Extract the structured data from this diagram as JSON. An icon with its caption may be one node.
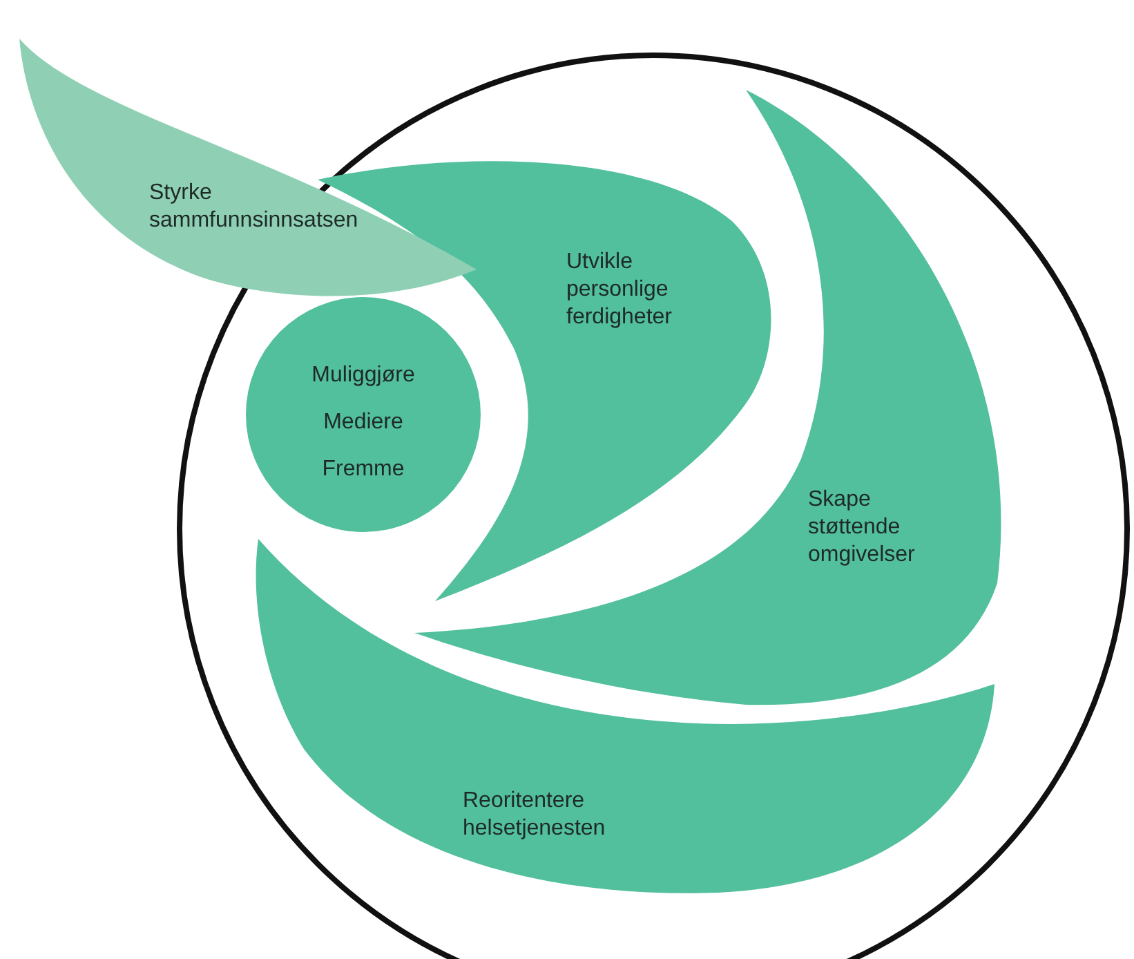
{
  "diagram": {
    "nodes": [
      {
        "text": [],
        "shape": "circle"
      },
      {
        "text": [
          "Styrke sammfunnsinnsatsen"
        ]
      },
      {
        "text": [
          "Utvikle personlige ferdigheter"
        ],
        "in": 0
      },
      {
        "text": [
          "Muliggjøre",
          "Mediere",
          "Fremme"
        ],
        "in": 0
      },
      {
        "text": [
          "Skape støttende omgivelser"
        ],
        "in": 0
      },
      {
        "text": [
          "Reoritentere helsetjenesten"
        ],
        "in": 0
      }
    ]
  }
}
